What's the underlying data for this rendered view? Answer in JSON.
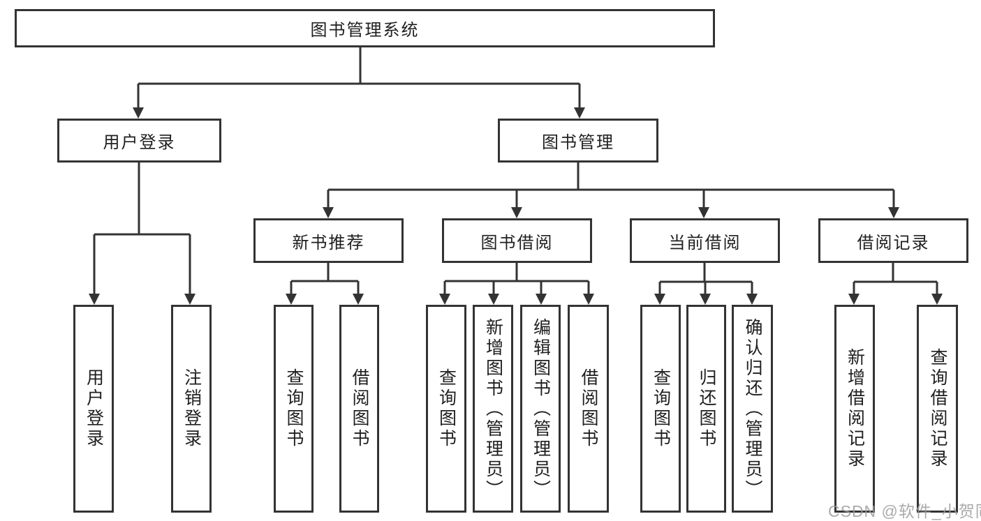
{
  "diagram": {
    "root": {
      "label": "图书管理系统"
    },
    "level2": [
      {
        "label": "用户登录"
      },
      {
        "label": "图书管理"
      }
    ],
    "level3": [
      {
        "label": "新书推荐"
      },
      {
        "label": "图书借阅"
      },
      {
        "label": "当前借阅"
      },
      {
        "label": "借阅记录"
      }
    ],
    "leaves": [
      {
        "label": "用户登录"
      },
      {
        "label": "注销登录"
      },
      {
        "label": "查询图书"
      },
      {
        "label": "借阅图书"
      },
      {
        "label": "查询图书"
      },
      {
        "label": "新增图书（管理员）"
      },
      {
        "label": "编辑图书（管理员）"
      },
      {
        "label": "借阅图书"
      },
      {
        "label": "查询图书"
      },
      {
        "label": "归还图书"
      },
      {
        "label": "确认归还（管理员）"
      },
      {
        "label": "新增借阅记录"
      },
      {
        "label": "查询借阅记录"
      }
    ]
  },
  "watermark": {
    "text": "CSDN @软件_小贺同学"
  },
  "colors": {
    "line": "#333333",
    "text": "#1f1f1f",
    "background": "#ffffff",
    "watermark": "#9b9b9b"
  }
}
